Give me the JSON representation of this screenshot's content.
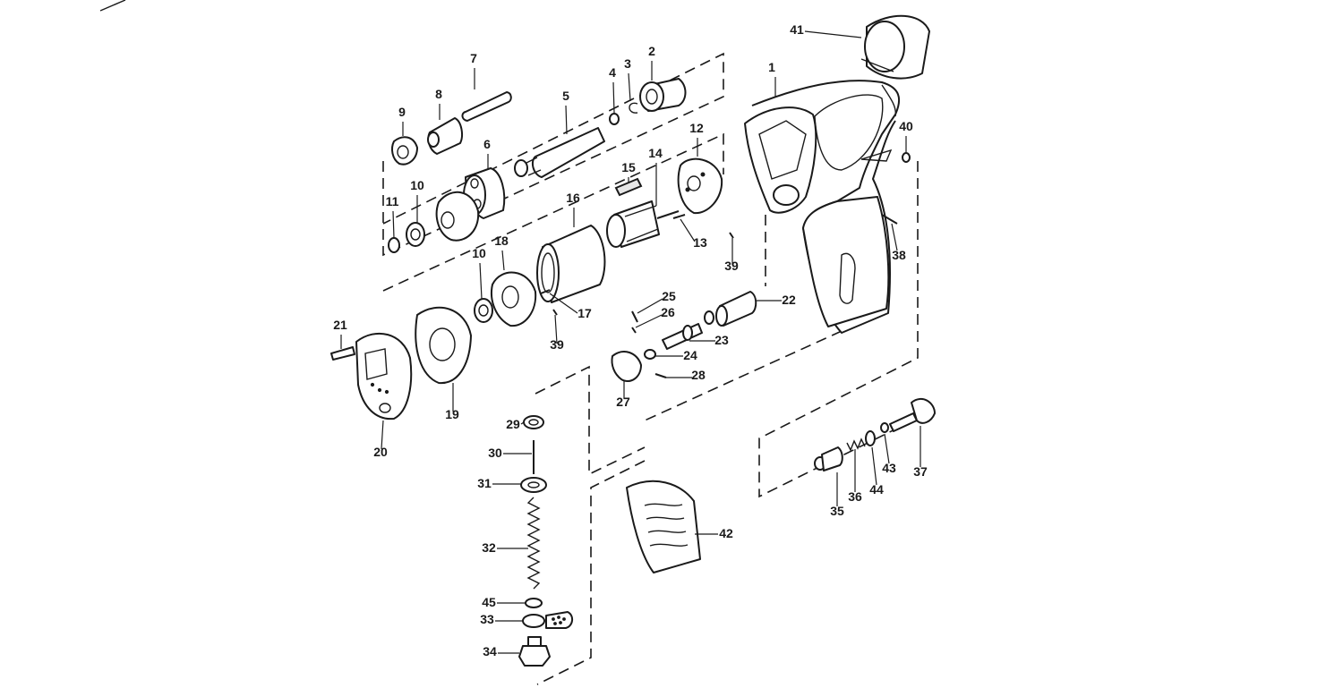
{
  "diagram": {
    "part_numbers": [
      "1",
      "2",
      "3",
      "4",
      "5",
      "6",
      "7",
      "8",
      "9",
      "10",
      "11",
      "10",
      "12",
      "13",
      "14",
      "15",
      "16",
      "17",
      "18",
      "39",
      "39",
      "19",
      "20",
      "21",
      "22",
      "23",
      "24",
      "25",
      "26",
      "27",
      "28",
      "29",
      "30",
      "31",
      "32",
      "45",
      "33",
      "34",
      "35",
      "36",
      "44",
      "43",
      "37",
      "38",
      "40",
      "41",
      "42"
    ]
  }
}
